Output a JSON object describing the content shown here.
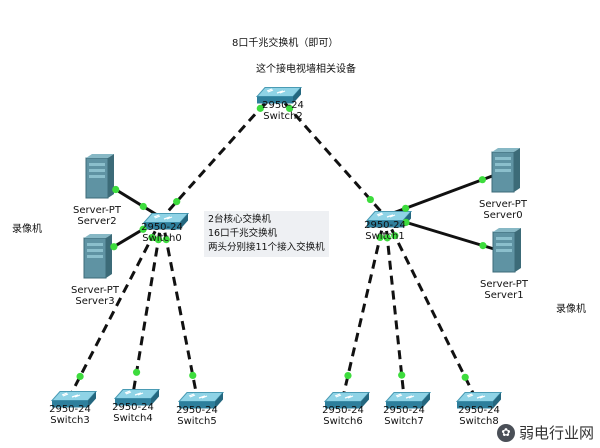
{
  "header": {
    "title": "8口千兆交换机（即可）",
    "subtitle": "这个接电视墙相关设备"
  },
  "side_labels": {
    "left": "录像机",
    "right": "录像机"
  },
  "annotation": {
    "lines": [
      "2台核心交换机",
      "16口千兆交换机",
      "两头分别接11个接入交换机"
    ]
  },
  "watermark": {
    "text": "弱电行业网"
  },
  "devices": [
    {
      "id": "switch2",
      "type": "switch",
      "model": "2950-24",
      "name": "Switch2"
    },
    {
      "id": "switch0",
      "type": "switch",
      "model": "2950-24",
      "name": "Switch0"
    },
    {
      "id": "switch1",
      "type": "switch",
      "model": "2950-24",
      "name": "Switch1"
    },
    {
      "id": "switch3",
      "type": "switch",
      "model": "2950-24",
      "name": "Switch3"
    },
    {
      "id": "switch4",
      "type": "switch",
      "model": "2950-24",
      "name": "Switch4"
    },
    {
      "id": "switch5",
      "type": "switch",
      "model": "2950-24",
      "name": "Switch5"
    },
    {
      "id": "switch6",
      "type": "switch",
      "model": "2950-24",
      "name": "Switch6"
    },
    {
      "id": "switch7",
      "type": "switch",
      "model": "2950-24",
      "name": "Switch7"
    },
    {
      "id": "switch8",
      "type": "switch",
      "model": "2950-24",
      "name": "Switch8"
    },
    {
      "id": "server2",
      "type": "server",
      "model": "Server-PT",
      "name": "Server2"
    },
    {
      "id": "server3",
      "type": "server",
      "model": "Server-PT",
      "name": "Server3"
    },
    {
      "id": "server0",
      "type": "server",
      "model": "Server-PT",
      "name": "Server0"
    },
    {
      "id": "server1",
      "type": "server",
      "model": "Server-PT",
      "name": "Server1"
    }
  ],
  "links": [
    {
      "from": "switch2",
      "to": "switch0",
      "style": "dashed"
    },
    {
      "from": "switch2",
      "to": "switch1",
      "style": "dashed"
    },
    {
      "from": "switch0",
      "to": "server2",
      "style": "solid"
    },
    {
      "from": "switch0",
      "to": "server3",
      "style": "solid"
    },
    {
      "from": "switch1",
      "to": "server0",
      "style": "solid"
    },
    {
      "from": "switch1",
      "to": "server1",
      "style": "solid"
    },
    {
      "from": "switch0",
      "to": "switch3",
      "style": "dashed"
    },
    {
      "from": "switch0",
      "to": "switch4",
      "style": "dashed"
    },
    {
      "from": "switch0",
      "to": "switch5",
      "style": "dashed"
    },
    {
      "from": "switch1",
      "to": "switch6",
      "style": "dashed"
    },
    {
      "from": "switch1",
      "to": "switch7",
      "style": "dashed"
    },
    {
      "from": "switch1",
      "to": "switch8",
      "style": "dashed"
    }
  ],
  "colors": {
    "link": "#111111",
    "port": "#3ddc3d",
    "switch_top": "#8fd3e6",
    "switch_side": "#2e7f9c",
    "server_body": "#5f93a3",
    "server_dark": "#3c6b78",
    "annotation_bg": "#eef0f3"
  }
}
